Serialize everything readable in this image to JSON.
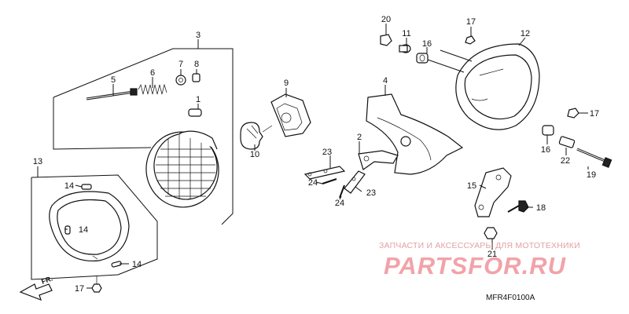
{
  "diagram": {
    "callouts": {
      "c1": "1",
      "c2": "2",
      "c3": "3",
      "c4": "4",
      "c5": "5",
      "c6": "6",
      "c7": "7",
      "c8": "8",
      "c9": "9",
      "c10": "10",
      "c11": "11",
      "c12": "12",
      "c13": "13",
      "c14a": "14",
      "c14b": "14",
      "c14c": "14",
      "c15": "15",
      "c16a": "16",
      "c16b": "16",
      "c17a": "17",
      "c17b": "17",
      "c17c": "17",
      "c18": "18",
      "c19": "19",
      "c20": "20",
      "c21": "21",
      "c22": "22",
      "c23a": "23",
      "c23b": "23",
      "c24a": "24",
      "c24b": "24"
    },
    "front_marker": "FR.",
    "diagram_code": "MFR4F0100A"
  },
  "watermark": {
    "caption": "ЗАПЧАСТИ И АКСЕССУАРЫ ДЛЯ МОТОТЕХНИКИ",
    "brand": "PARTSFOR.RU"
  },
  "colors": {
    "line": "#111111",
    "watermark": "#ee8a91"
  }
}
